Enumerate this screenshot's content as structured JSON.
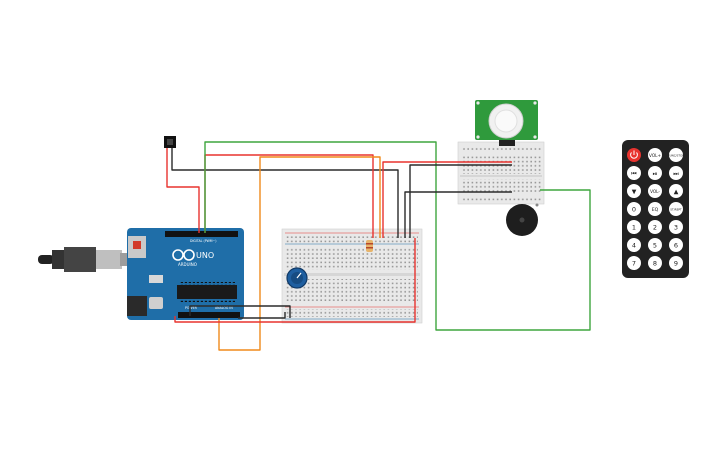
{
  "colors": {
    "wire_red": "#e8332f",
    "wire_black": "#2b2b2b",
    "wire_green": "#3ea63e",
    "wire_orange": "#f08a1c",
    "arduino_blue": "#1f6ea8",
    "pir_green": "#2f9a3c",
    "remote_body": "#222222",
    "remote_power": "#e8332f",
    "breadboard": "#e9e9e9",
    "buzzer": "#1e1e1e"
  },
  "arduino": {
    "board_name": "UNO",
    "brand": "ARDUINO",
    "digital_label": "DIGITAL (PWM~)",
    "power_label": "POWER",
    "analog_label": "ANALOG IN",
    "icon": "infinity-logo-icon"
  },
  "remote": {
    "top_row": [
      "",
      "VOL+",
      "FUNC/STOP"
    ],
    "row2": [
      "⏮",
      "⏯",
      "⏭"
    ],
    "row3": [
      "▼",
      "VOL-",
      "▲"
    ],
    "row4": [
      "0",
      "EQ",
      "ST/REPT"
    ],
    "row5": [
      "1",
      "2",
      "3"
    ],
    "row6": [
      "4",
      "5",
      "6"
    ],
    "row7": [
      "7",
      "8",
      "9"
    ],
    "power_icon": "power-icon"
  },
  "components": {
    "ir_receiver": "ir-receiver",
    "potentiometer": "potentiometer",
    "resistor": "resistor",
    "pir_sensor": "pir-sensor",
    "buzzer": "piezo-buzzer",
    "usb_cable": "usb-cable"
  }
}
